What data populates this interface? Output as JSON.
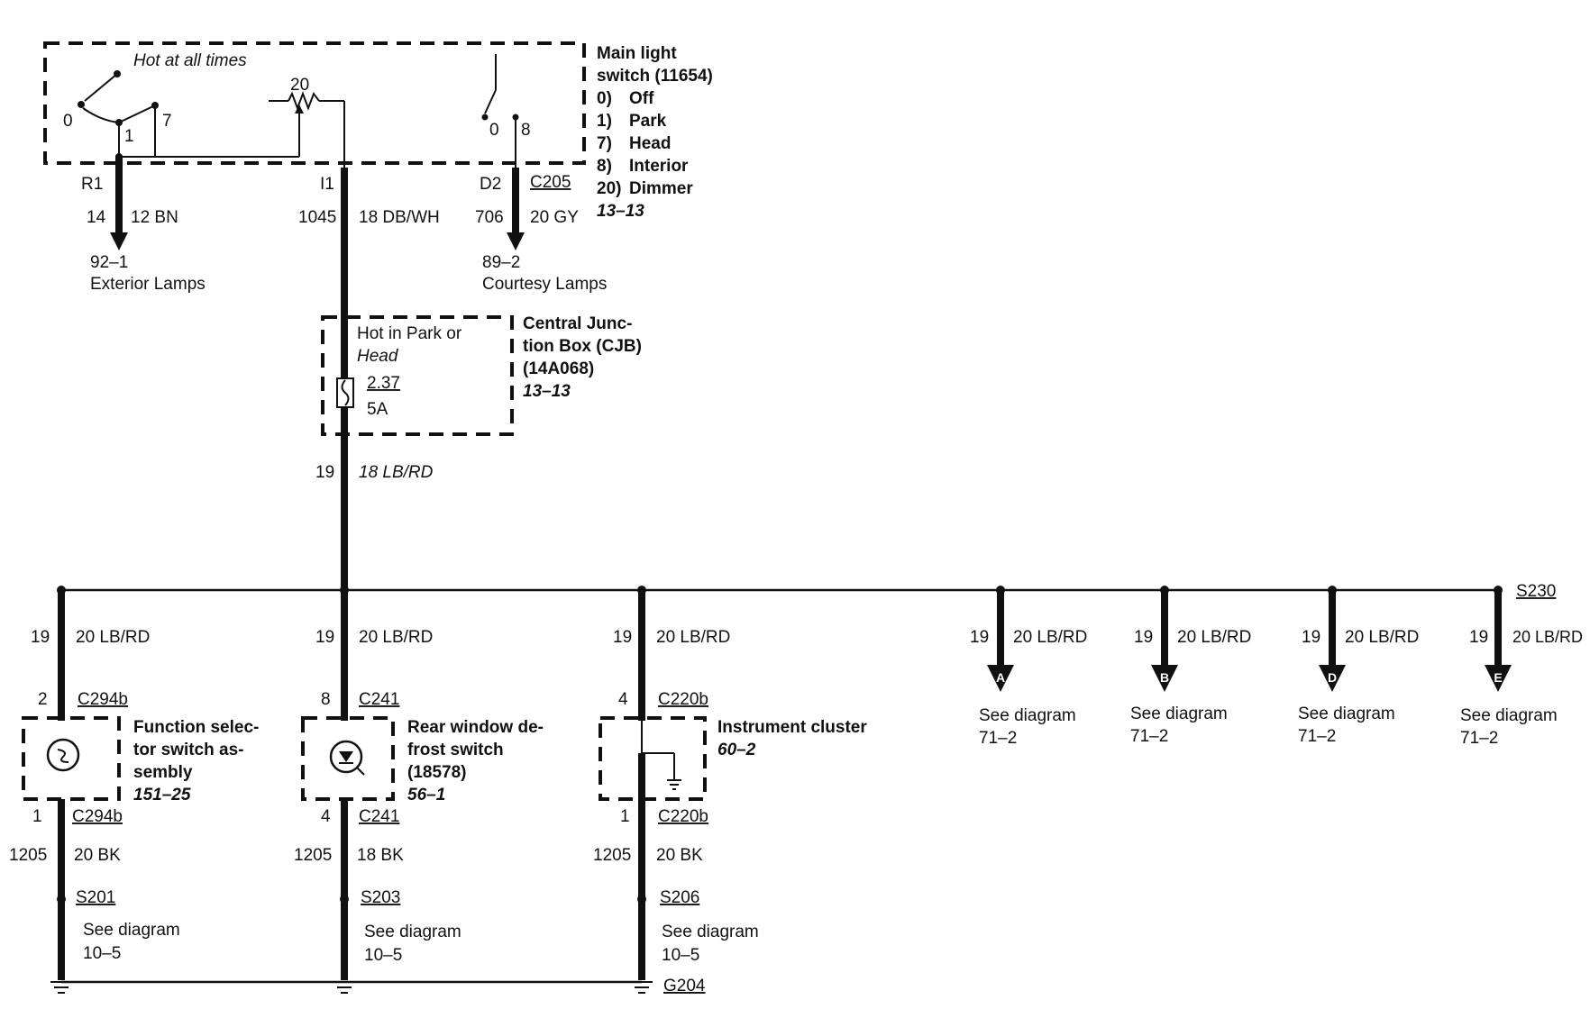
{
  "main_switch": {
    "hot_label": "Hot at all times",
    "pos_0": "0",
    "pos_1": "1",
    "pos_7": "7",
    "pos_20": "20",
    "int_0": "0",
    "int_8": "8",
    "title_1": "Main light",
    "title_2": "switch (11654)",
    "legend": [
      {
        "key": "0)",
        "val": "Off"
      },
      {
        "key": "1)",
        "val": "Park"
      },
      {
        "key": "7)",
        "val": "Head"
      },
      {
        "key": "8)",
        "val": "Interior"
      },
      {
        "key": "20)",
        "val": "Dimmer"
      }
    ],
    "ref": "13–13"
  },
  "top_wires": {
    "r1_pin": "R1",
    "r1_circuit": "14",
    "r1_wire": "12 BN",
    "r1_dest_ref": "92–1",
    "r1_dest": "Exterior Lamps",
    "i1_pin": "I1",
    "i1_circuit": "1045",
    "i1_wire": "18 DB/WH",
    "d2_pin": "D2",
    "d2_connector": "C205",
    "d2_circuit": "706",
    "d2_wire": "20 GY",
    "d2_dest_ref": "89–2",
    "d2_dest": "Courtesy Lamps"
  },
  "cjb": {
    "hot_1": "Hot in Park or",
    "hot_2": "Head",
    "fuse_num": "2.37",
    "fuse_amp": "5A",
    "title_1": "Central Junc-",
    "title_2": "tion Box (CJB)",
    "title_3": "(14A068)",
    "ref": "13–13",
    "out_circuit": "19",
    "out_wire": "18 LB/RD"
  },
  "splice": {
    "label": "S230"
  },
  "branches": [
    {
      "circuit": "19",
      "wire": "20 LB/RD",
      "pin_in": "2",
      "conn_in": "C294b",
      "title_1": "Function selec-",
      "title_2": "tor switch as-",
      "title_3": "sembly",
      "ref": "151–25",
      "pin_out": "1",
      "conn_out": "C294b",
      "g_circuit": "1205",
      "g_wire": "20 BK",
      "splice": "S201",
      "see_1": "See diagram",
      "see_2": "10–5"
    },
    {
      "circuit": "19",
      "wire": "20 LB/RD",
      "pin_in": "8",
      "conn_in": "C241",
      "title_1": "Rear window de-",
      "title_2": "frost switch",
      "title_3": "(18578)",
      "ref": "56–1",
      "pin_out": "4",
      "conn_out": "C241",
      "g_circuit": "1205",
      "g_wire": "18 BK",
      "splice": "S203",
      "see_1": "See diagram",
      "see_2": "10–5"
    },
    {
      "circuit": "19",
      "wire": "20 LB/RD",
      "pin_in": "4",
      "conn_in": "C220b",
      "title_1": "Instrument cluster",
      "ref": "60–2",
      "pin_out": "1",
      "conn_out": "C220b",
      "g_circuit": "1205",
      "g_wire": "20 BK",
      "splice": "S206",
      "see_1": "See diagram",
      "see_2": "10–5"
    }
  ],
  "ground": {
    "label": "G204"
  },
  "arrows": [
    {
      "circuit": "19",
      "wire": "20 LB/RD",
      "letter": "A",
      "see_1": "See diagram",
      "see_2": "71–2"
    },
    {
      "circuit": "19",
      "wire": "20 LB/RD",
      "letter": "B",
      "see_1": "See diagram",
      "see_2": "71–2"
    },
    {
      "circuit": "19",
      "wire": "20 LB/RD",
      "letter": "D",
      "see_1": "See diagram",
      "see_2": "71–2"
    },
    {
      "circuit": "19",
      "wire": "20 LB/RD",
      "letter": "E",
      "see_1": "See diagram",
      "see_2": "71–2"
    }
  ]
}
